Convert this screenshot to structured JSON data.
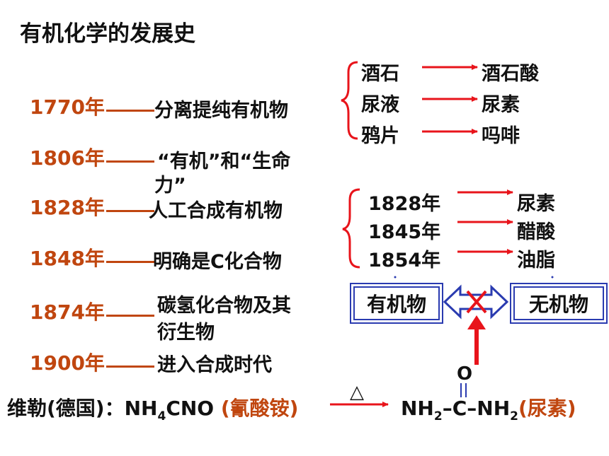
{
  "title": "有机化学的发展史",
  "timeline": [
    {
      "year": "1770年",
      "event": "分离提纯有机物"
    },
    {
      "year": "1806年",
      "event": "“有机”和“生命力”",
      "event_line1": "“有机”和“生命",
      "event_line2": "力”"
    },
    {
      "year": "1828年",
      "event": "人工合成有机物"
    },
    {
      "year": "1848年",
      "event": "明确是C化合物"
    },
    {
      "year": "1874年",
      "event": "碳氢化合物及其衍生物",
      "event_line1": "碳氢化合物及其",
      "event_line2": "衍生物"
    },
    {
      "year": "1900年",
      "event": "进入合成时代"
    }
  ],
  "separations": [
    {
      "source": "酒石",
      "product": "酒石酸"
    },
    {
      "source": "尿液",
      "product": "尿素"
    },
    {
      "source": "鸦片",
      "product": "吗啡"
    }
  ],
  "syntheses": [
    {
      "year": "1828年",
      "product": "尿素"
    },
    {
      "year": "1845年",
      "product": "醋酸"
    },
    {
      "year": "1854年",
      "product": "油脂"
    }
  ],
  "boxes": {
    "organic": "有机物",
    "inorganic": "无机物"
  },
  "reaction": {
    "chemist": "维勒(德国)：",
    "reactant_main": "NH",
    "reactant_sub": "4",
    "reactant_rest": "CNO",
    "reactant_name": "(氰酸铵)",
    "condition": "△",
    "product_oxygen": "O",
    "product_left": "NH",
    "product_left_sub": "2",
    "product_mid": "–C–NH",
    "product_right_sub": "2",
    "product_name": "(尿素)"
  },
  "colors": {
    "accent": "#c0460f",
    "arrow": "#e8141b",
    "box_border": "#2a3bb0",
    "double_arrow": "#2a3bb0"
  }
}
